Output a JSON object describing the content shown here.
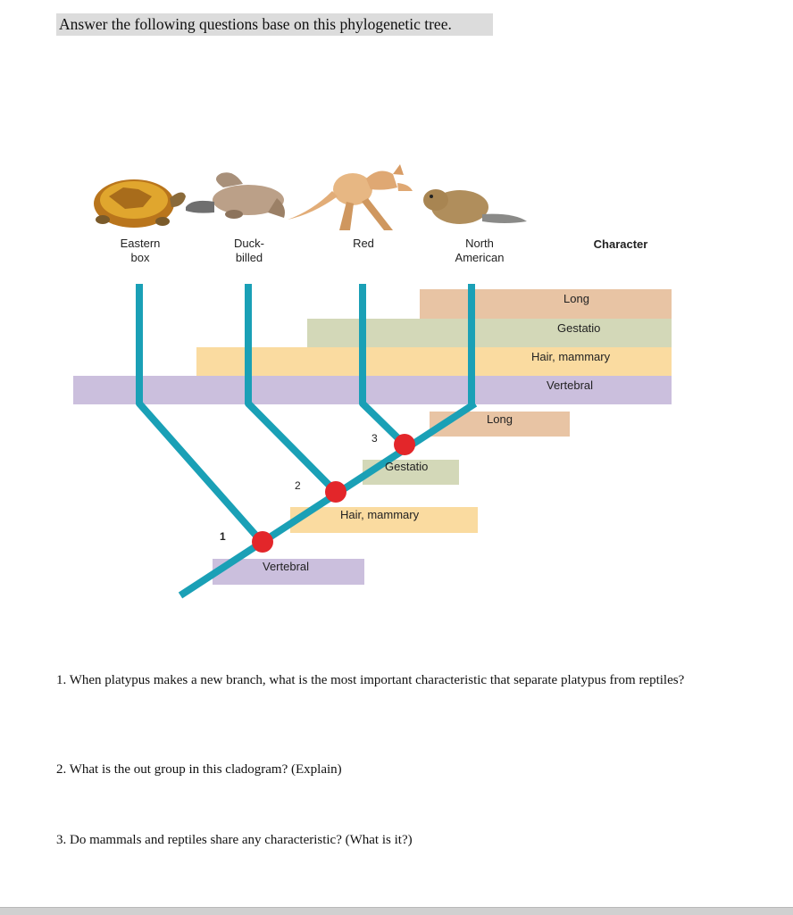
{
  "heading": "Answer the following questions base on this phylogenetic tree.",
  "figure": {
    "taxa": [
      {
        "line1": "Eastern",
        "line2": "box"
      },
      {
        "line1": "Duck-",
        "line2": "billed"
      },
      {
        "line1": "Red",
        "line2": ""
      },
      {
        "line1": "North",
        "line2": "American"
      }
    ],
    "character_header": "Character",
    "legend_bars": [
      "Long",
      "Gestatio",
      "Hair, mammary",
      "Vertebral"
    ],
    "node_bars": [
      "Long",
      "Gestatio",
      "Hair, mammary",
      "Vertebral"
    ],
    "node_numbers": [
      "1",
      "2",
      "3"
    ],
    "colors": {
      "branch": "#1aa0b6",
      "node": "#e3262a",
      "long": "#e8c4a4",
      "gestation": "#d3d8b8",
      "hair": "#fadba0",
      "vertebral": "#cbbfdd"
    },
    "animal_icons": [
      "box-turtle-icon",
      "platypus-icon",
      "kangaroo-icon",
      "beaver-icon"
    ]
  },
  "questions": [
    "1. When platypus makes a new branch, what is the most important characteristic that separate platypus from reptiles?",
    "2. What is the out group in this cladogram? (Explain)",
    "3. Do mammals and reptiles share any characteristic? (What is it?)"
  ]
}
